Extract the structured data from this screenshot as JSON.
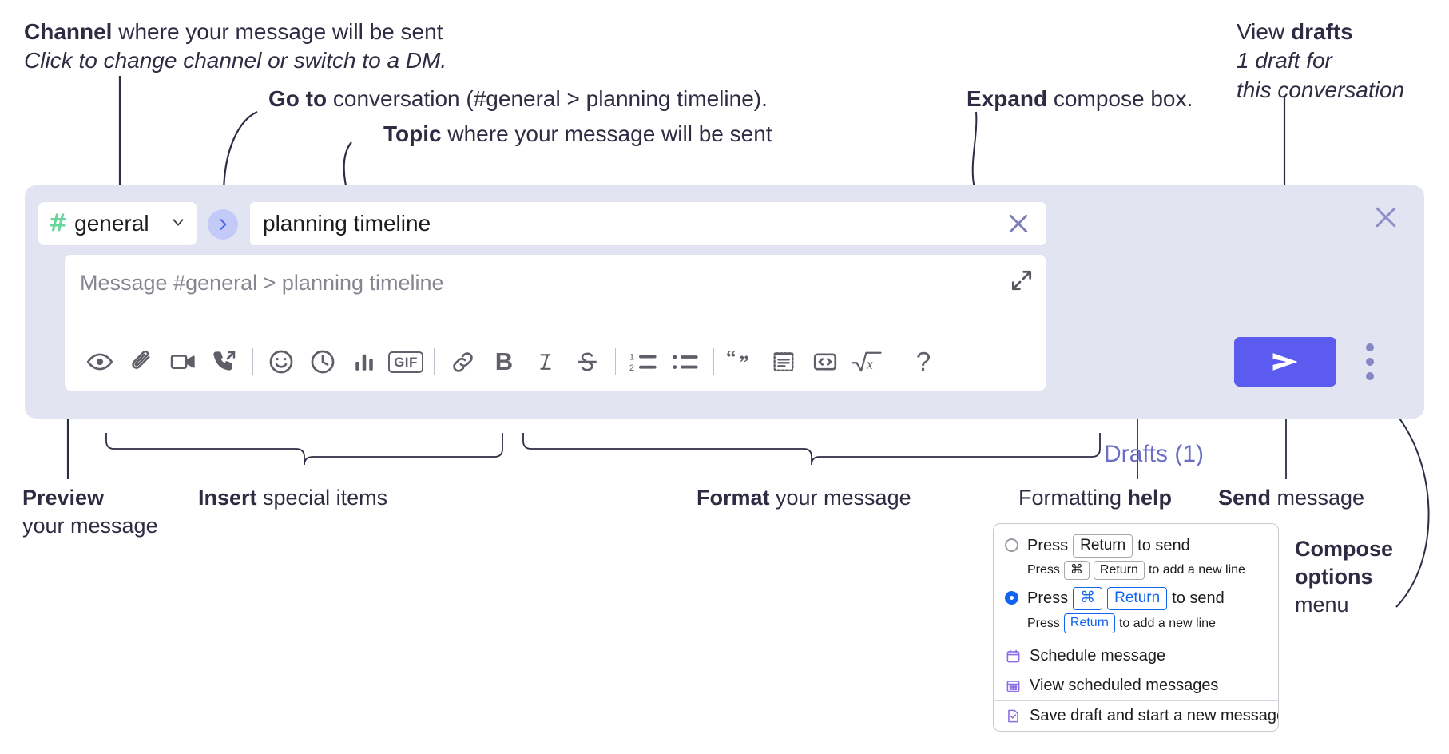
{
  "annotations": {
    "channel": {
      "line1_bold": "Channel",
      "line1_rest": " where your message will be sent",
      "line2_italic": "Click to change channel or switch to a DM."
    },
    "goto": {
      "bold": "Go to",
      "rest": " conversation (#general > planning timeline)."
    },
    "topic": {
      "bold": "Topic",
      "rest": " where your message will be sent"
    },
    "expand": {
      "bold": "Expand",
      "rest": " compose box."
    },
    "drafts": {
      "line1_rest": "View ",
      "line1_bold": "drafts",
      "line2_italic": "1 draft for",
      "line3_italic": "this conversation"
    },
    "preview": {
      "bold": "Preview",
      "line2": "your message"
    },
    "insert": {
      "bold": "Insert",
      "rest": " special items"
    },
    "format": {
      "bold": "Format",
      "rest": " your message"
    },
    "help": {
      "rest": "Formatting ",
      "bold": "help"
    },
    "send": {
      "bold": "Send",
      "rest": " message"
    },
    "compose_options": {
      "line1": "Compose",
      "line2": "options",
      "line3": "menu"
    }
  },
  "compose": {
    "channel": {
      "icon": "hash-icon",
      "name": "general",
      "chevron": "chevron-down-icon"
    },
    "goto_button": {
      "icon": "chevron-right-icon"
    },
    "topic": {
      "value": "planning timeline",
      "clear_icon": "close-icon"
    },
    "message": {
      "placeholder": "Message #general > planning timeline",
      "expand_icon": "expand-icon"
    },
    "drafts_label": "Drafts (1)",
    "close_icon": "close-icon",
    "send_icon": "send-paper-plane-icon",
    "kebab_icon": "more-vertical-icon",
    "toolbar": [
      {
        "name": "preview-icon",
        "glyph": "eye"
      },
      {
        "name": "attachment-icon",
        "glyph": "paperclip"
      },
      {
        "name": "video-clip-icon",
        "glyph": "video"
      },
      {
        "name": "audio-clip-icon",
        "glyph": "phone"
      },
      {
        "name": "divider",
        "glyph": "divider"
      },
      {
        "name": "emoji-icon",
        "glyph": "smiley"
      },
      {
        "name": "mention-time-icon",
        "glyph": "clock"
      },
      {
        "name": "poll-icon",
        "glyph": "bars"
      },
      {
        "name": "gif-icon",
        "glyph": "gif",
        "label": "GIF"
      },
      {
        "name": "divider",
        "glyph": "divider"
      },
      {
        "name": "link-icon",
        "glyph": "link"
      },
      {
        "name": "bold-icon",
        "glyph": "bold",
        "label": "B"
      },
      {
        "name": "italic-icon",
        "glyph": "italic",
        "label": "I"
      },
      {
        "name": "strikethrough-icon",
        "glyph": "strike"
      },
      {
        "name": "divider",
        "glyph": "divider"
      },
      {
        "name": "ordered-list-icon",
        "glyph": "ol"
      },
      {
        "name": "bulleted-list-icon",
        "glyph": "ul"
      },
      {
        "name": "divider",
        "glyph": "divider"
      },
      {
        "name": "blockquote-icon",
        "glyph": "quote"
      },
      {
        "name": "code-block-icon",
        "glyph": "codeblock"
      },
      {
        "name": "code-icon",
        "glyph": "code"
      },
      {
        "name": "latex-icon",
        "glyph": "latex"
      },
      {
        "name": "divider",
        "glyph": "divider"
      },
      {
        "name": "formatting-help-icon",
        "glyph": "question",
        "label": "?"
      }
    ]
  },
  "menu": {
    "options": [
      {
        "selected": false,
        "main_pre": "Press",
        "main_keys": [
          "Return"
        ],
        "main_post": "to send",
        "sub_pre": "Press",
        "sub_keys": [
          "⌘",
          "Return"
        ],
        "sub_post": "to add a new line"
      },
      {
        "selected": true,
        "main_pre": "Press",
        "main_keys": [
          "⌘",
          "Return"
        ],
        "main_post": "to send",
        "sub_pre": "Press",
        "sub_keys": [
          "Return"
        ],
        "sub_post": "to add a new line"
      }
    ],
    "items": [
      {
        "icon": "calendar-schedule-icon",
        "label": "Schedule message"
      },
      {
        "icon": "calendar-grid-icon",
        "label": "View scheduled messages"
      },
      {
        "icon": "save-draft-icon",
        "label": "Save draft and start a new message"
      }
    ]
  },
  "colors": {
    "compose_bg": "#e3e4f2",
    "accent_send": "#5b5bf0",
    "hash_green": "#6ad59a",
    "drafts_text": "#6b6ec4",
    "goto_bubble": "#c3caf8",
    "key_blue": "#1264f0",
    "menu_icon_purple": "#8b6ee6"
  }
}
